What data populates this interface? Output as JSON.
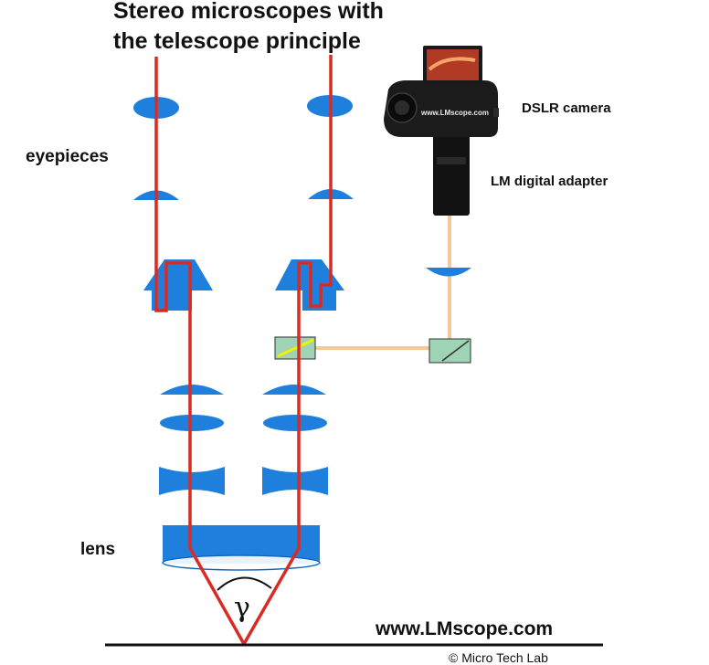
{
  "title_line1": "Stereo microscopes with",
  "title_line2": "the telescope principle",
  "labels": {
    "eyepieces": "eyepieces",
    "lens": "lens",
    "dslr_camera": "DSLR camera",
    "digital_adapter": "LM digital adapter",
    "angle": "γ"
  },
  "camera_brand_text": "www.LMscope.com",
  "website": "www.LMscope.com",
  "copyright": "© Micro Tech Lab",
  "colors": {
    "optics": "#1f7fdc",
    "beam": "#d82b23",
    "camera_beam": "#f2c99a",
    "beam_splitter": "#9fd3b6"
  }
}
